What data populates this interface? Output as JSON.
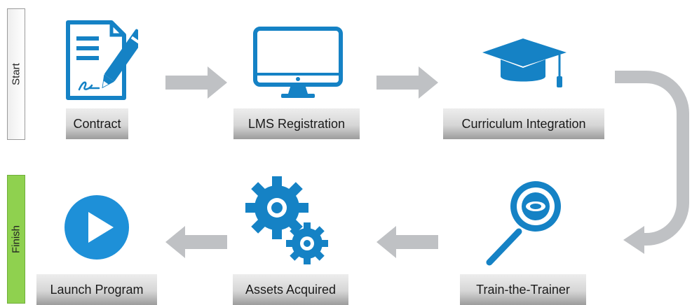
{
  "side_tabs": {
    "start": "Start",
    "finish": "Finish"
  },
  "steps": [
    {
      "label": "Contract",
      "icon": "contract-icon"
    },
    {
      "label": "LMS Registration",
      "icon": "monitor-icon"
    },
    {
      "label": "Curriculum Integration",
      "icon": "graduation-cap-icon"
    },
    {
      "label": "Train-the-Trainer",
      "icon": "magnifier-icon"
    },
    {
      "label": "Assets Acquired",
      "icon": "gears-icon"
    },
    {
      "label": "Launch Program",
      "icon": "play-icon"
    }
  ],
  "colors": {
    "icon_blue": "#1582c5",
    "arrow_gray": "#bfc1c4",
    "finish_green": "#8fd14f"
  }
}
